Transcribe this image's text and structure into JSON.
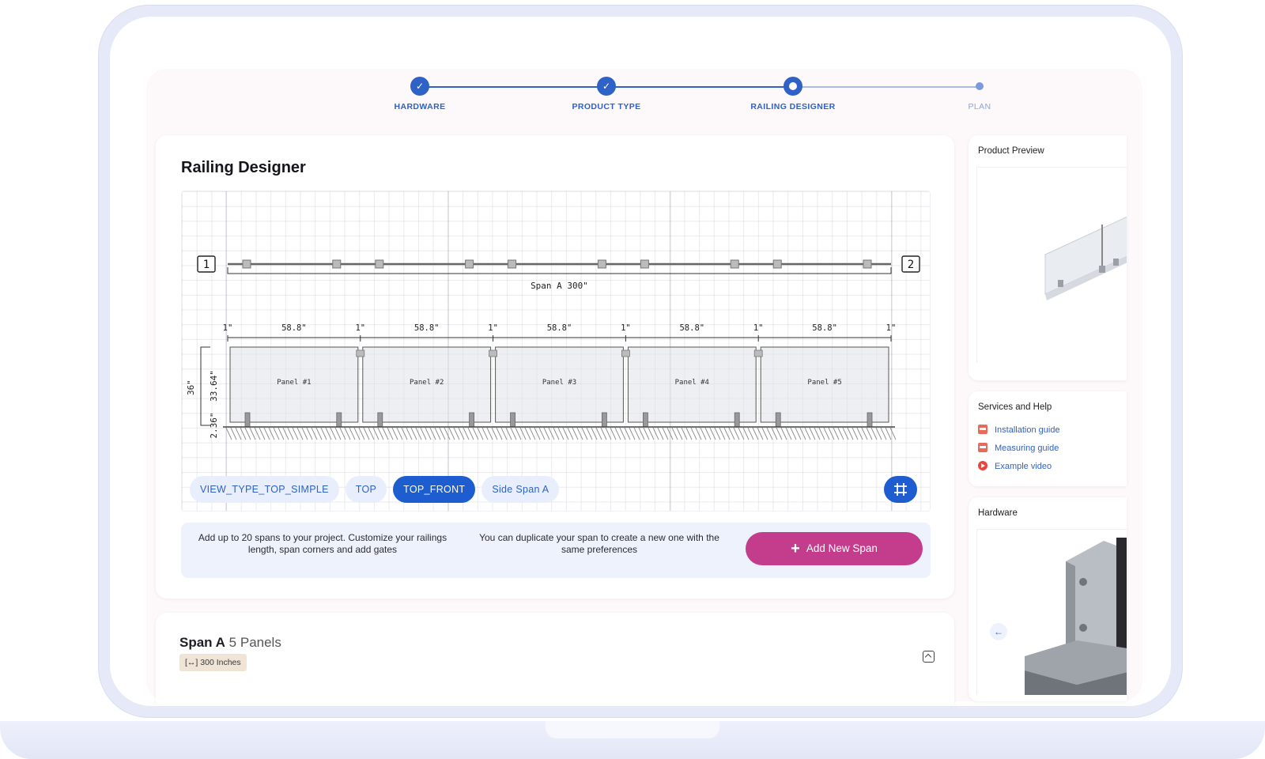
{
  "stepper": {
    "steps": [
      {
        "label": "HARDWARE",
        "state": "done",
        "mark": "✓"
      },
      {
        "label": "PRODUCT TYPE",
        "state": "done",
        "mark": "✓"
      },
      {
        "label": "RAILING DESIGNER",
        "state": "current",
        "mark": ""
      },
      {
        "label": "PLAN",
        "state": "future",
        "mark": ""
      }
    ]
  },
  "designer": {
    "title": "Railing Designer",
    "post_start": "1",
    "post_end": "2",
    "span_label": "Span A 300\"",
    "gap_label": "1\"",
    "panel_width_label": "58.8\"",
    "panels": [
      "Panel #1",
      "Panel #2",
      "Panel #3",
      "Panel #4",
      "Panel #5"
    ],
    "height_total": "36\"",
    "height_glass": "33.64\"",
    "height_gap": "2.36\"",
    "view_buttons": [
      {
        "label": "VIEW_TYPE_TOP_SIMPLE",
        "active": false
      },
      {
        "label": "TOP",
        "active": false
      },
      {
        "label": "TOP_FRONT",
        "active": true
      },
      {
        "label": "Side Span A",
        "active": false
      }
    ],
    "grid_toggle_icon": "grid-icon",
    "info_left": "Add up to 20 spans to your project. Customize your railings length, span corners and add gates",
    "info_right": "You can duplicate your span to create a new one with the same preferences",
    "add_span_label": "Add New Span"
  },
  "span": {
    "name": "Span A",
    "panels_text": "5 Panels",
    "length_badge": "300 Inches"
  },
  "sidebar": {
    "preview_title": "Product Preview",
    "help_title": "Services and Help",
    "help_links": [
      {
        "label": "Installation guide",
        "icon": "pdf-icon"
      },
      {
        "label": "Measuring guide",
        "icon": "pdf-icon"
      },
      {
        "label": "Example video",
        "icon": "video-icon"
      }
    ],
    "hardware_title": "Hardware"
  },
  "colors": {
    "primary": "#1d5dd0",
    "accent": "#c43d8c",
    "badge": "#efe4d6"
  }
}
